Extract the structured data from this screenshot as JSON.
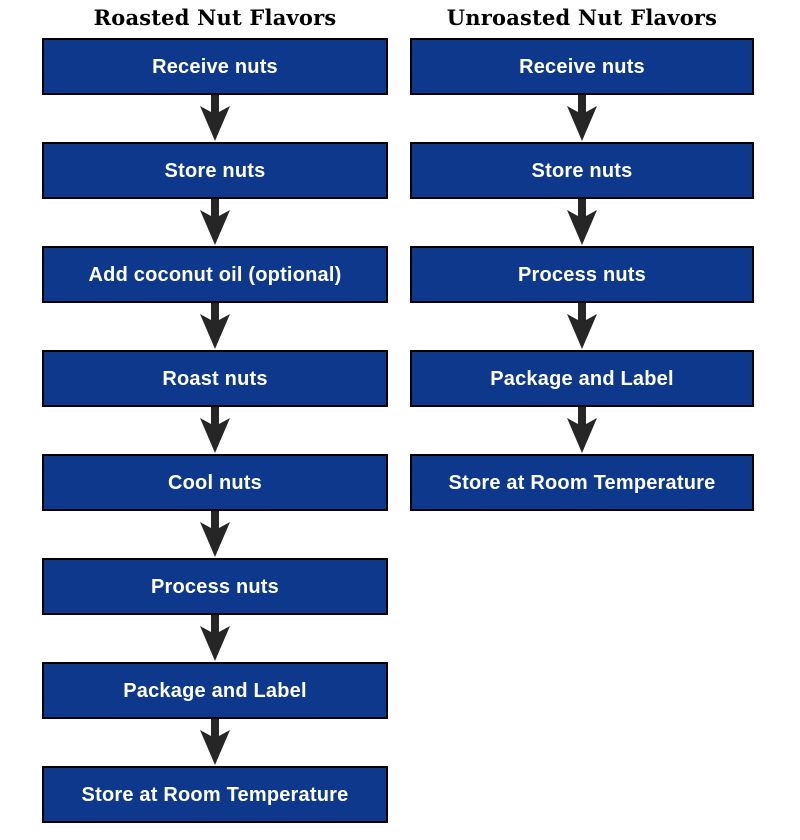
{
  "diagram": {
    "type": "flowchart",
    "background": "#ffffff",
    "colors": {
      "box_fill": "#0e388c",
      "box_border": "#000000",
      "box_text": "#ffffff",
      "arrow": "#262626",
      "title_text": "#000000"
    },
    "columns": [
      {
        "title": "Roasted Nut Flavors",
        "steps": [
          "Receive nuts",
          "Store nuts",
          "Add coconut oil (optional)",
          "Roast nuts",
          "Cool nuts",
          "Process nuts",
          "Package and Label",
          "Store at Room Temperature"
        ]
      },
      {
        "title": "Unroasted Nut Flavors",
        "steps": [
          "Receive nuts",
          "Store nuts",
          "Process nuts",
          "Package and Label",
          "Store at Room Temperature"
        ]
      }
    ]
  }
}
